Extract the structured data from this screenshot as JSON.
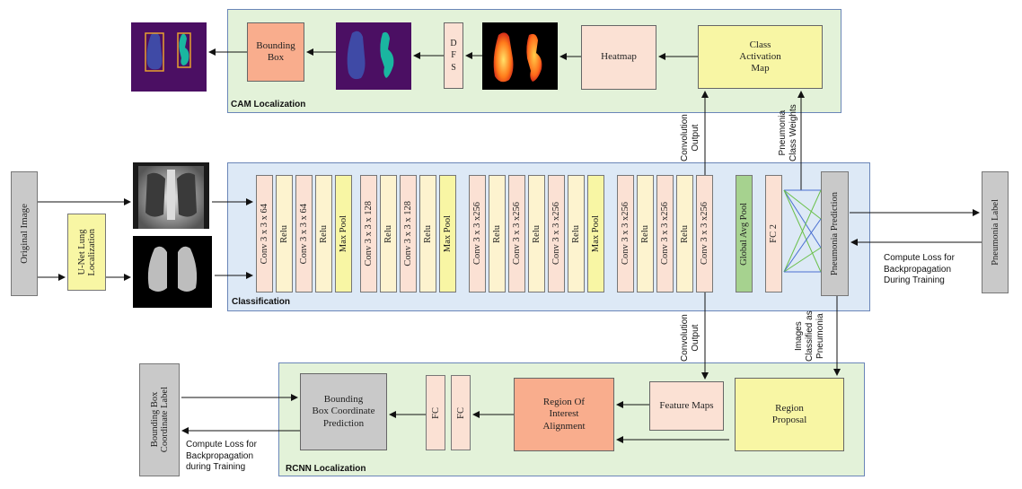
{
  "panels": {
    "cam": {
      "title": "CAM Localization",
      "bg": "#e3f2d9"
    },
    "classification": {
      "title": "Classification",
      "bg": "#dde9f6"
    },
    "rcnn": {
      "title": "RCNN Localization",
      "bg": "#e3f2d9"
    }
  },
  "cam": {
    "class_activation_map": "Class\nActivation\nMap",
    "heatmap": "Heatmap",
    "dfs": "D\nF\nS",
    "bounding_box": "Bounding\nBox"
  },
  "inputs": {
    "original_image": "Original Image",
    "unet": "U-Net Lung\nLocalization"
  },
  "classification_layers": [
    {
      "label": "Conv 3 x 3 x 64",
      "kind": "conv"
    },
    {
      "label": "Relu",
      "kind": "relu"
    },
    {
      "label": "Conv 3 x 3 x 64",
      "kind": "conv"
    },
    {
      "label": "Relu",
      "kind": "relu"
    },
    {
      "label": "Max Pool",
      "kind": "pool"
    },
    {
      "label": "Conv 3 x 3 x 128",
      "kind": "conv"
    },
    {
      "label": "Relu",
      "kind": "relu"
    },
    {
      "label": "Conv 3 x 3 x 128",
      "kind": "conv"
    },
    {
      "label": "Relu",
      "kind": "relu"
    },
    {
      "label": "Max Pool",
      "kind": "pool"
    },
    {
      "label": "Conv 3 x 3 x256",
      "kind": "conv"
    },
    {
      "label": "Relu",
      "kind": "relu"
    },
    {
      "label": "Conv 3 x 3 x256",
      "kind": "conv"
    },
    {
      "label": "Relu",
      "kind": "relu"
    },
    {
      "label": "Conv 3 x 3 x256",
      "kind": "conv"
    },
    {
      "label": "Relu",
      "kind": "relu"
    },
    {
      "label": "Max Pool",
      "kind": "pool"
    },
    {
      "label": "Conv 3 x 3 x256",
      "kind": "conv"
    },
    {
      "label": "Relu",
      "kind": "relu"
    },
    {
      "label": "Conv 3 x 3 x256",
      "kind": "conv"
    },
    {
      "label": "Relu",
      "kind": "relu"
    },
    {
      "label": "Conv 3 x 3 x256",
      "kind": "conv"
    },
    {
      "label": "Global Avg Pool",
      "kind": "gap"
    },
    {
      "label": "FC 2",
      "kind": "fc"
    }
  ],
  "pneumonia_prediction": "Pneumonia Prediction",
  "pneumonia_label": "Pneumonia Label",
  "compute_loss_backprop_training": "Compute Loss for\nBackpropagation\nDuring Training",
  "conv_output_top": "Convolution\nOutput",
  "pneumonia_class_weights": "Pneumonia\nClass Weights",
  "conv_output_bottom": "Convolution\nOutput",
  "images_classified": "Images\nClassified as\nPneumonia",
  "rcnn": {
    "region_proposal": "Region\nProposal",
    "feature_maps": "Feature Maps",
    "roi_alignment": "Region Of\nInterest\nAlignment",
    "fc1": "FC",
    "fc2": "FC",
    "bbox_prediction": "Bounding\nBox Coordinate\nPrediction",
    "bbox_label": "Bounding Box\nCoordinate Label",
    "compute_loss": "Compute Loss for\nBackpropagation\nduring Training"
  },
  "colors": {
    "conv": "#fbe1d4",
    "relu": "#fdf3cf",
    "pool": "#f8f6a4",
    "gap": "#a6d28f",
    "fc": "#fbe1d4",
    "gray": "#c9c9c9",
    "arrow": "#111111",
    "fc_lines_blue": "#4a6fd0",
    "fc_lines_green": "#6ac04a"
  }
}
